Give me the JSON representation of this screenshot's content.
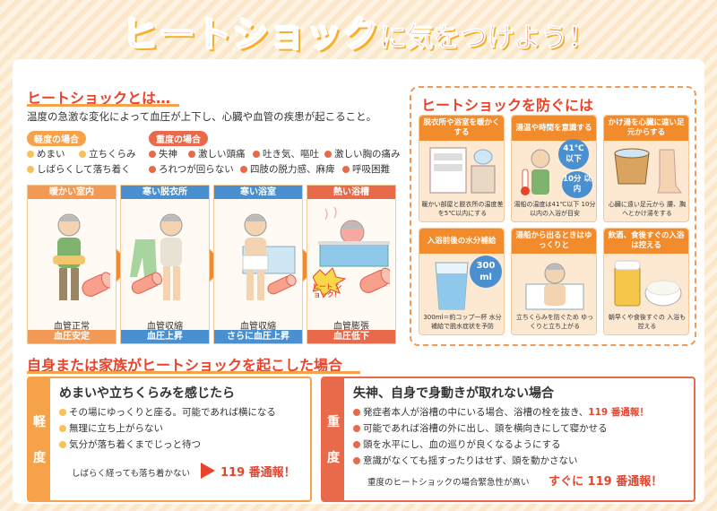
{
  "title": {
    "main": "ヒートショック",
    "sub": "に気をつけよう！"
  },
  "what": {
    "heading": "ヒートショックとは…",
    "lead": "温度の急激な変化によって血圧が上下し、心臓や血管の疾患が起こること。",
    "mild_label": "軽度の場合",
    "severe_label": "重度の場合",
    "mild_symptoms": [
      "めまい",
      "立ちくらみ",
      "しばらくして落ち着く"
    ],
    "severe_symptoms": [
      "失神",
      "激しい頭痛",
      "吐き気、嘔吐",
      "激しい胸の痛み",
      "ろれつが回らない",
      "四肢の脱力感、麻痺",
      "呼吸困難"
    ],
    "panels": [
      {
        "header": "暖かい室内",
        "caption": "血管正常",
        "footer": "血圧安定"
      },
      {
        "header": "寒い脱衣所",
        "caption": "血管収縮",
        "footer": "血圧上昇"
      },
      {
        "header": "寒い浴室",
        "caption": "血管収縮",
        "footer": "さらに血圧上昇"
      },
      {
        "header": "熱い浴槽",
        "caption": "血管膨張",
        "footer": "血圧低下",
        "burst": "ヒート ショック！"
      }
    ]
  },
  "prevent": {
    "heading": "ヒートショックを防ぐには",
    "cards": [
      {
        "title": "脱衣所や浴室を暖かくする",
        "text": "暖かい部屋と脱衣所の温度差を5℃以内にする"
      },
      {
        "title": "湯温や時間を意識する",
        "text": "湯船の温度は41℃以下 10分以内の入浴が目安",
        "badge1": "41℃ 以下",
        "badge2": "10分 以内"
      },
      {
        "title": "かけ湯を心臓に遠い足元からする",
        "text": "心臓に遠い足元から 腰、胸へとかけ湯をする"
      },
      {
        "title": "入浴前後の水分補給",
        "text": "300ml＝約コップ一杯 水分補給で脱水症状を予防",
        "badge": "300 ml"
      },
      {
        "title": "湯船から出るときはゆっくりと",
        "text": "立ちくらみを防ぐため ゆっくりと立ち上がる"
      },
      {
        "title": "飲酒、食後すぐの入浴は控える",
        "text": "朝早くや食後すぐの 入浴も控える"
      }
    ]
  },
  "response": {
    "heading": "自身または家族がヒートショックを起こした場合",
    "mild": {
      "side": [
        "軽",
        "度"
      ],
      "heading": "めまいや立ちくらみを感じたら",
      "items": [
        "その場にゆっくりと座る。可能であれば横になる",
        "無理に立ち上がらない",
        "気分が落ち着くまでじっと待つ"
      ],
      "note": "しばらく経っても落ち着かない",
      "call": "119 番通報！"
    },
    "severe": {
      "side": [
        "重",
        "度"
      ],
      "heading": "失神、自身で身動きが取れない場合",
      "item1_prefix": "発症者本人が浴槽の中にいる場合、浴槽の栓を抜き、",
      "item1_call": "119 番通報！",
      "items": [
        "可能であれば浴槽の外に出し、頭を横向きにして寝かせる",
        "頭を水平にし、血の巡りが良くなるようにする",
        "意識がなくても揺すったりはせず、頭を動かさない"
      ],
      "note": "重度のヒートショックの場合緊急性が高い",
      "call": "すぐに 119 番通報！"
    }
  },
  "colors": {
    "accent": "#e8432b",
    "orange": "#f28b2b",
    "blue": "#4a8fd0",
    "mild": "#f6a24a",
    "severe": "#e86a4a"
  }
}
